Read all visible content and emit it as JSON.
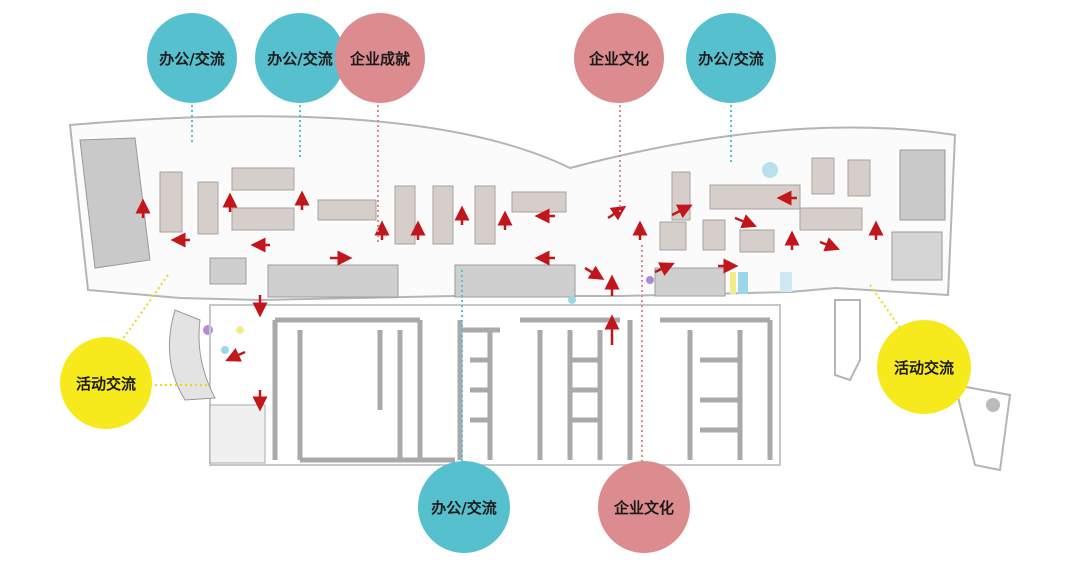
{
  "labels": {
    "office": "办公/交流",
    "achievement": "企业成就",
    "culture": "企业文化",
    "activity": "活动交流"
  },
  "colors": {
    "office": "#57c0cf",
    "achievement": "#dc8c8f",
    "culture": "#dc8c8f",
    "activity": "#f7ea1c",
    "arrow": "#c0161c",
    "walls": "#a9a9a9",
    "furniture": "#d8d0cb"
  }
}
